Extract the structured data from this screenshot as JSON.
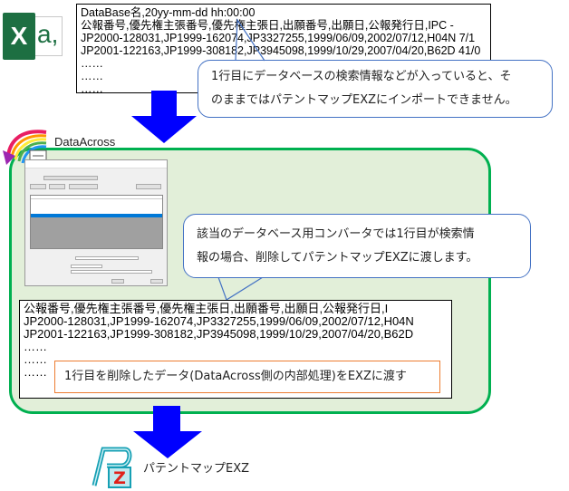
{
  "source_file": {
    "app_icon": "excel-icon",
    "lines": [
      "DataBase名,20yy-mm-dd hh:00:00",
      "公報番号,優先権主張番号,優先権主張日,出願番号,出願日,公報発行日,IPC -",
      "JP2000-128031,JP1999-162074,JP3327255,1999/06/09,2002/07/12,H04N  7/1",
      "JP2001-122163,JP1999-308182,JP3945098,1999/10/29,2007/04/20,B62D 41/0",
      "……",
      "……",
      "……"
    ]
  },
  "callout_top": {
    "line1": "1行目にデータベースの検索情報などが入っていると、そ",
    "line2": "のままではパテントマップEXZにインポートできません。"
  },
  "dataacross": {
    "label": "DataAcross",
    "icon": "dataacross-logo-icon"
  },
  "callout_mid": {
    "line1": "該当のデータベース用コンバータでは1行目が検索情",
    "line2": "報の場合、削除してパテントマップEXZに渡します。"
  },
  "converted_file": {
    "lines": [
      "公報番号,優先権主張番号,優先権主張日,出願番号,出願日,公報発行日,I",
      "JP2000-128031,JP1999-162074,JP3327255,1999/06/09,2002/07/12,H04N",
      "JP2001-122163,JP1999-308182,JP3945098,1999/10/29,2007/04/20,B62D",
      "……",
      "……",
      "……"
    ],
    "note": "1行目を削除したデータ(DataAcross側の内部処理)をEXZに渡す"
  },
  "patentmap": {
    "label": "パテントマップEXZ",
    "icon": "patentmap-exz-logo-icon"
  },
  "colors": {
    "arrow": "#0000ff",
    "green_border": "#00b050",
    "green_fill": "#e2efd9",
    "callout_border": "#4472c4",
    "note_border": "#ed7d31"
  }
}
